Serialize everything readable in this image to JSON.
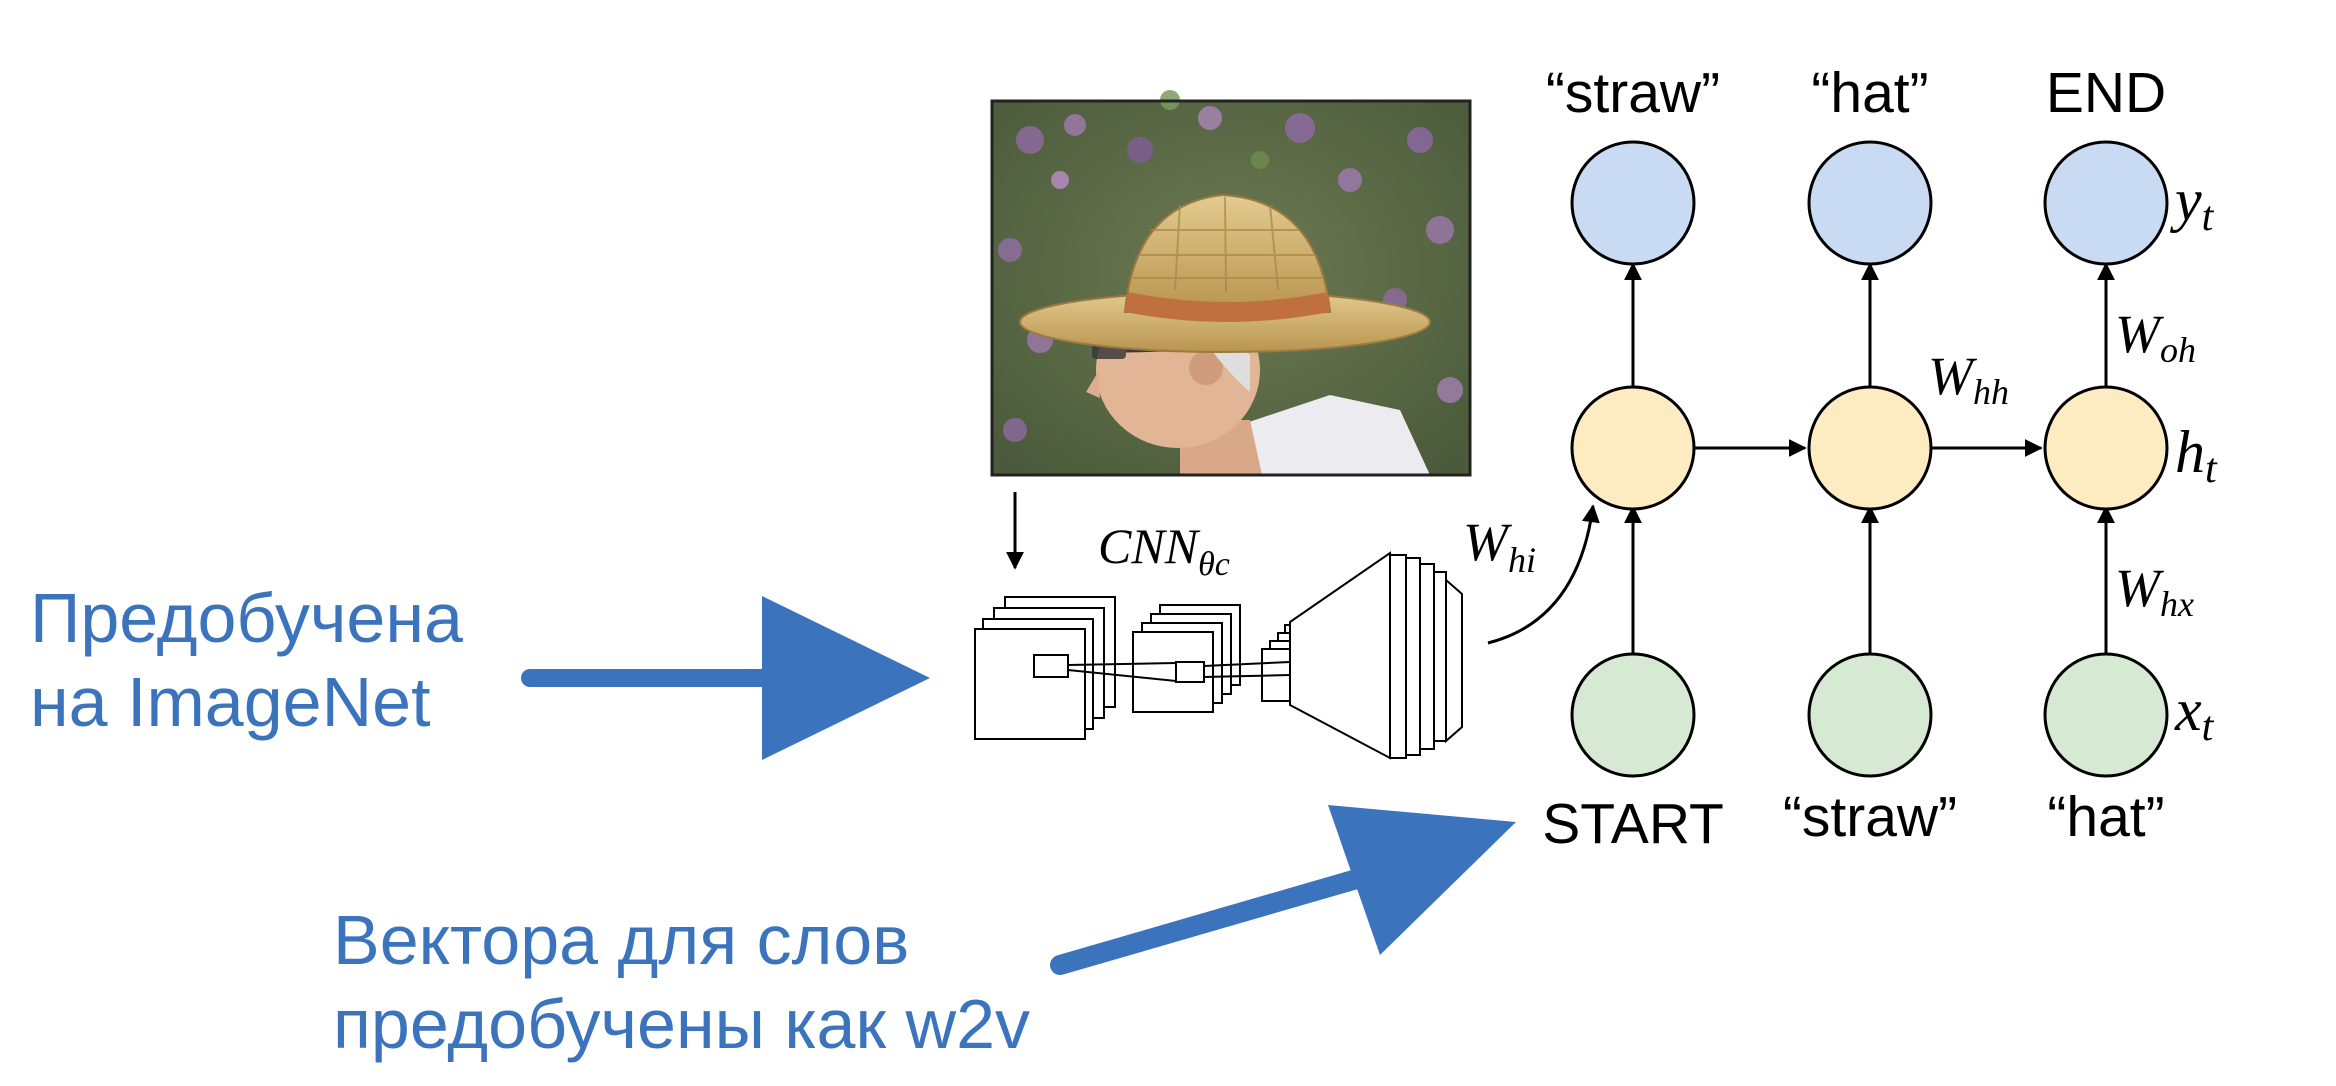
{
  "annotations": {
    "pretrained_cnn": [
      "Предобучена",
      "на ImageNet"
    ],
    "pretrained_words": [
      "Вектора для слов",
      "предобучены как w2v"
    ]
  },
  "cnn_label": {
    "base": "CNN",
    "sub": "θc"
  },
  "outputs": [
    "“straw”",
    "“hat”",
    "END"
  ],
  "inputs": [
    "START",
    "“straw”",
    "“hat”"
  ],
  "row_symbols": {
    "y": {
      "base": "y",
      "sub": "t"
    },
    "h": {
      "base": "h",
      "sub": "t"
    },
    "x": {
      "base": "x",
      "sub": "t"
    }
  },
  "weights": {
    "hi": {
      "base": "W",
      "sub": "hi"
    },
    "hh": {
      "base": "W",
      "sub": "hh"
    },
    "oh": {
      "base": "W",
      "sub": "oh"
    },
    "hx": {
      "base": "W",
      "sub": "hx"
    }
  },
  "colors": {
    "annotation": "#3b74bd",
    "output_node": "#c9dbf3",
    "hidden_node": "#fdebc1",
    "input_node": "#d6e9d2"
  }
}
